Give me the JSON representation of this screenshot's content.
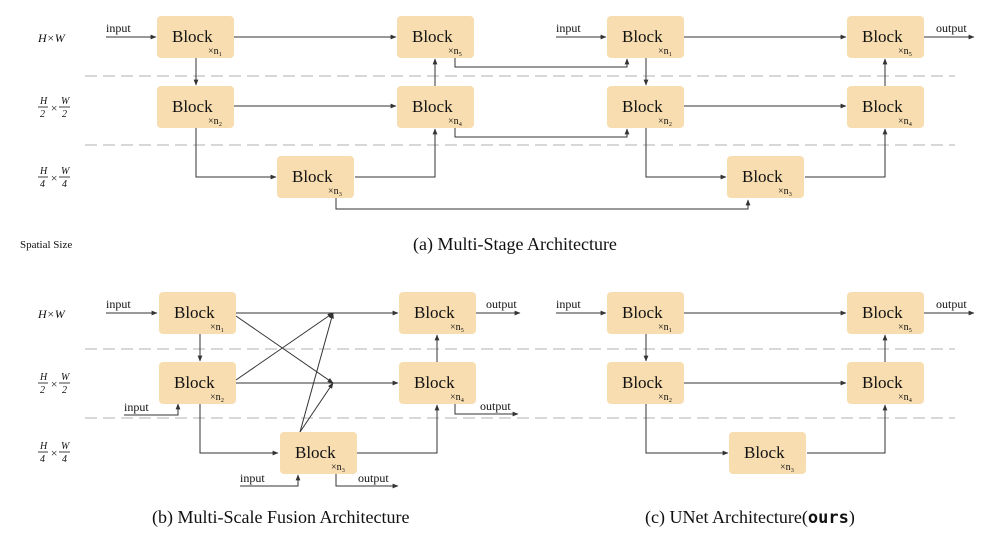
{
  "row_labels": {
    "full": "H×W",
    "half_h": "H",
    "half_w": "W",
    "half_den": "2",
    "quarter_h": "H",
    "quarter_w": "W",
    "quarter_den": "4",
    "times": "×"
  },
  "spatial_size": "Spatial Size",
  "block": {
    "name": "Block",
    "n1": "×n₁",
    "n2": "×n₂",
    "n3": "×n₃",
    "n4": "×n₄",
    "n5": "×n₅"
  },
  "io": {
    "input": "input",
    "output": "output"
  },
  "captions": {
    "a": "(a) Multi-Stage Architecture",
    "b": "(b) Multi-Scale Fusion Architecture",
    "c_prefix": "(c) UNet Architecture(",
    "c_bold": "ours",
    "c_suffix": ")"
  }
}
